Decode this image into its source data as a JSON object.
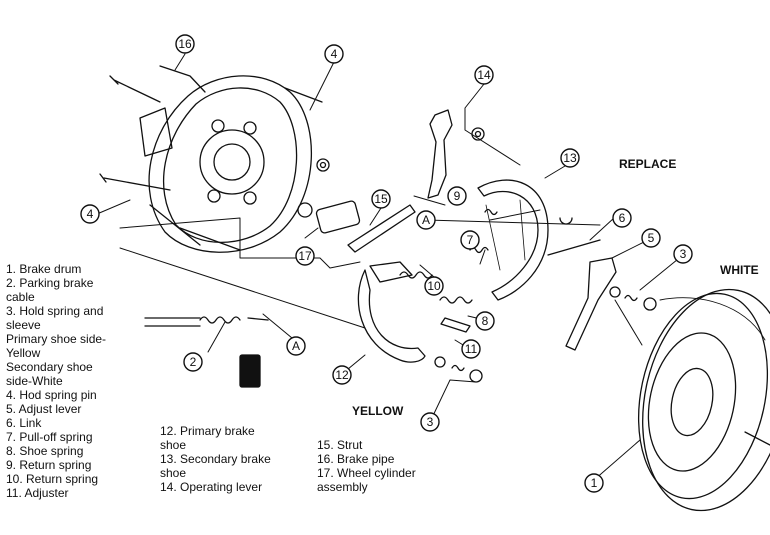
{
  "diagram": {
    "callouts": [
      "16",
      "4",
      "14",
      "13",
      "9",
      "A",
      "15",
      "7",
      "6",
      "5",
      "3",
      "4",
      "17",
      "10",
      "8",
      "2",
      "A",
      "12",
      "11",
      "3",
      "1"
    ],
    "tags": {
      "replace": "REPLACE",
      "white": "WHITE",
      "yellow": "YELLOW"
    },
    "legend_col1": [
      "1. Brake drum",
      "2. Parking brake\ncable",
      "3. Hold spring and\nsleeve",
      "Primary shoe side-\nYellow",
      "Secondary shoe\nside-White",
      "4. Hod spring pin",
      "5. Adjust lever",
      "6. Link",
      "7. Pull-off spring",
      "8. Shoe spring",
      "9. Return spring",
      "10. Return spring",
      "11. Adjuster"
    ],
    "legend_col2": [
      "12. Primary brake\nshoe",
      "13. Secondary brake\nshoe",
      "14. Operating lever"
    ],
    "legend_col3": [
      "15. Strut",
      "16. Brake pipe",
      "17. Wheel cylinder\nassembly"
    ]
  }
}
